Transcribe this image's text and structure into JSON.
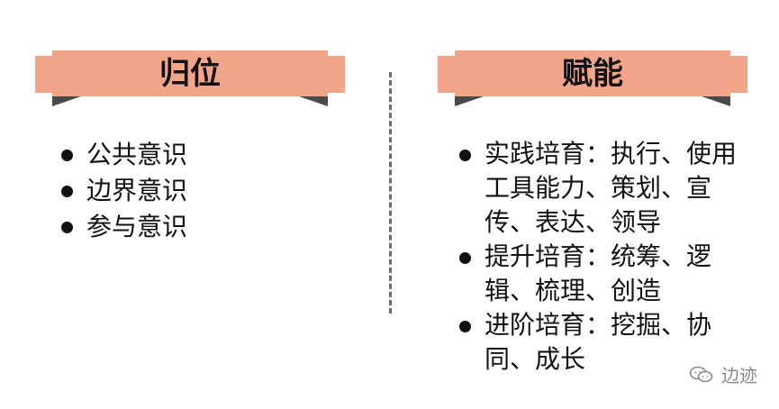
{
  "left_panel": {
    "title": "归位",
    "items": [
      "公共意识",
      "边界意识",
      "参与意识"
    ]
  },
  "right_panel": {
    "title": "赋能",
    "items": [
      "实践培育：执行、使用工具能力、策划、宣传、表达、领导",
      "提升培育：统筹、逻辑、梳理、创造",
      "进阶培育：挖掘、协同、成长"
    ]
  },
  "watermark": {
    "text": "边迹",
    "icon": "wechat-icon"
  },
  "colors": {
    "ribbon": "#F3A58A",
    "ribbon_fold": "#4A4A4A",
    "divider": "#6B6B6B"
  }
}
